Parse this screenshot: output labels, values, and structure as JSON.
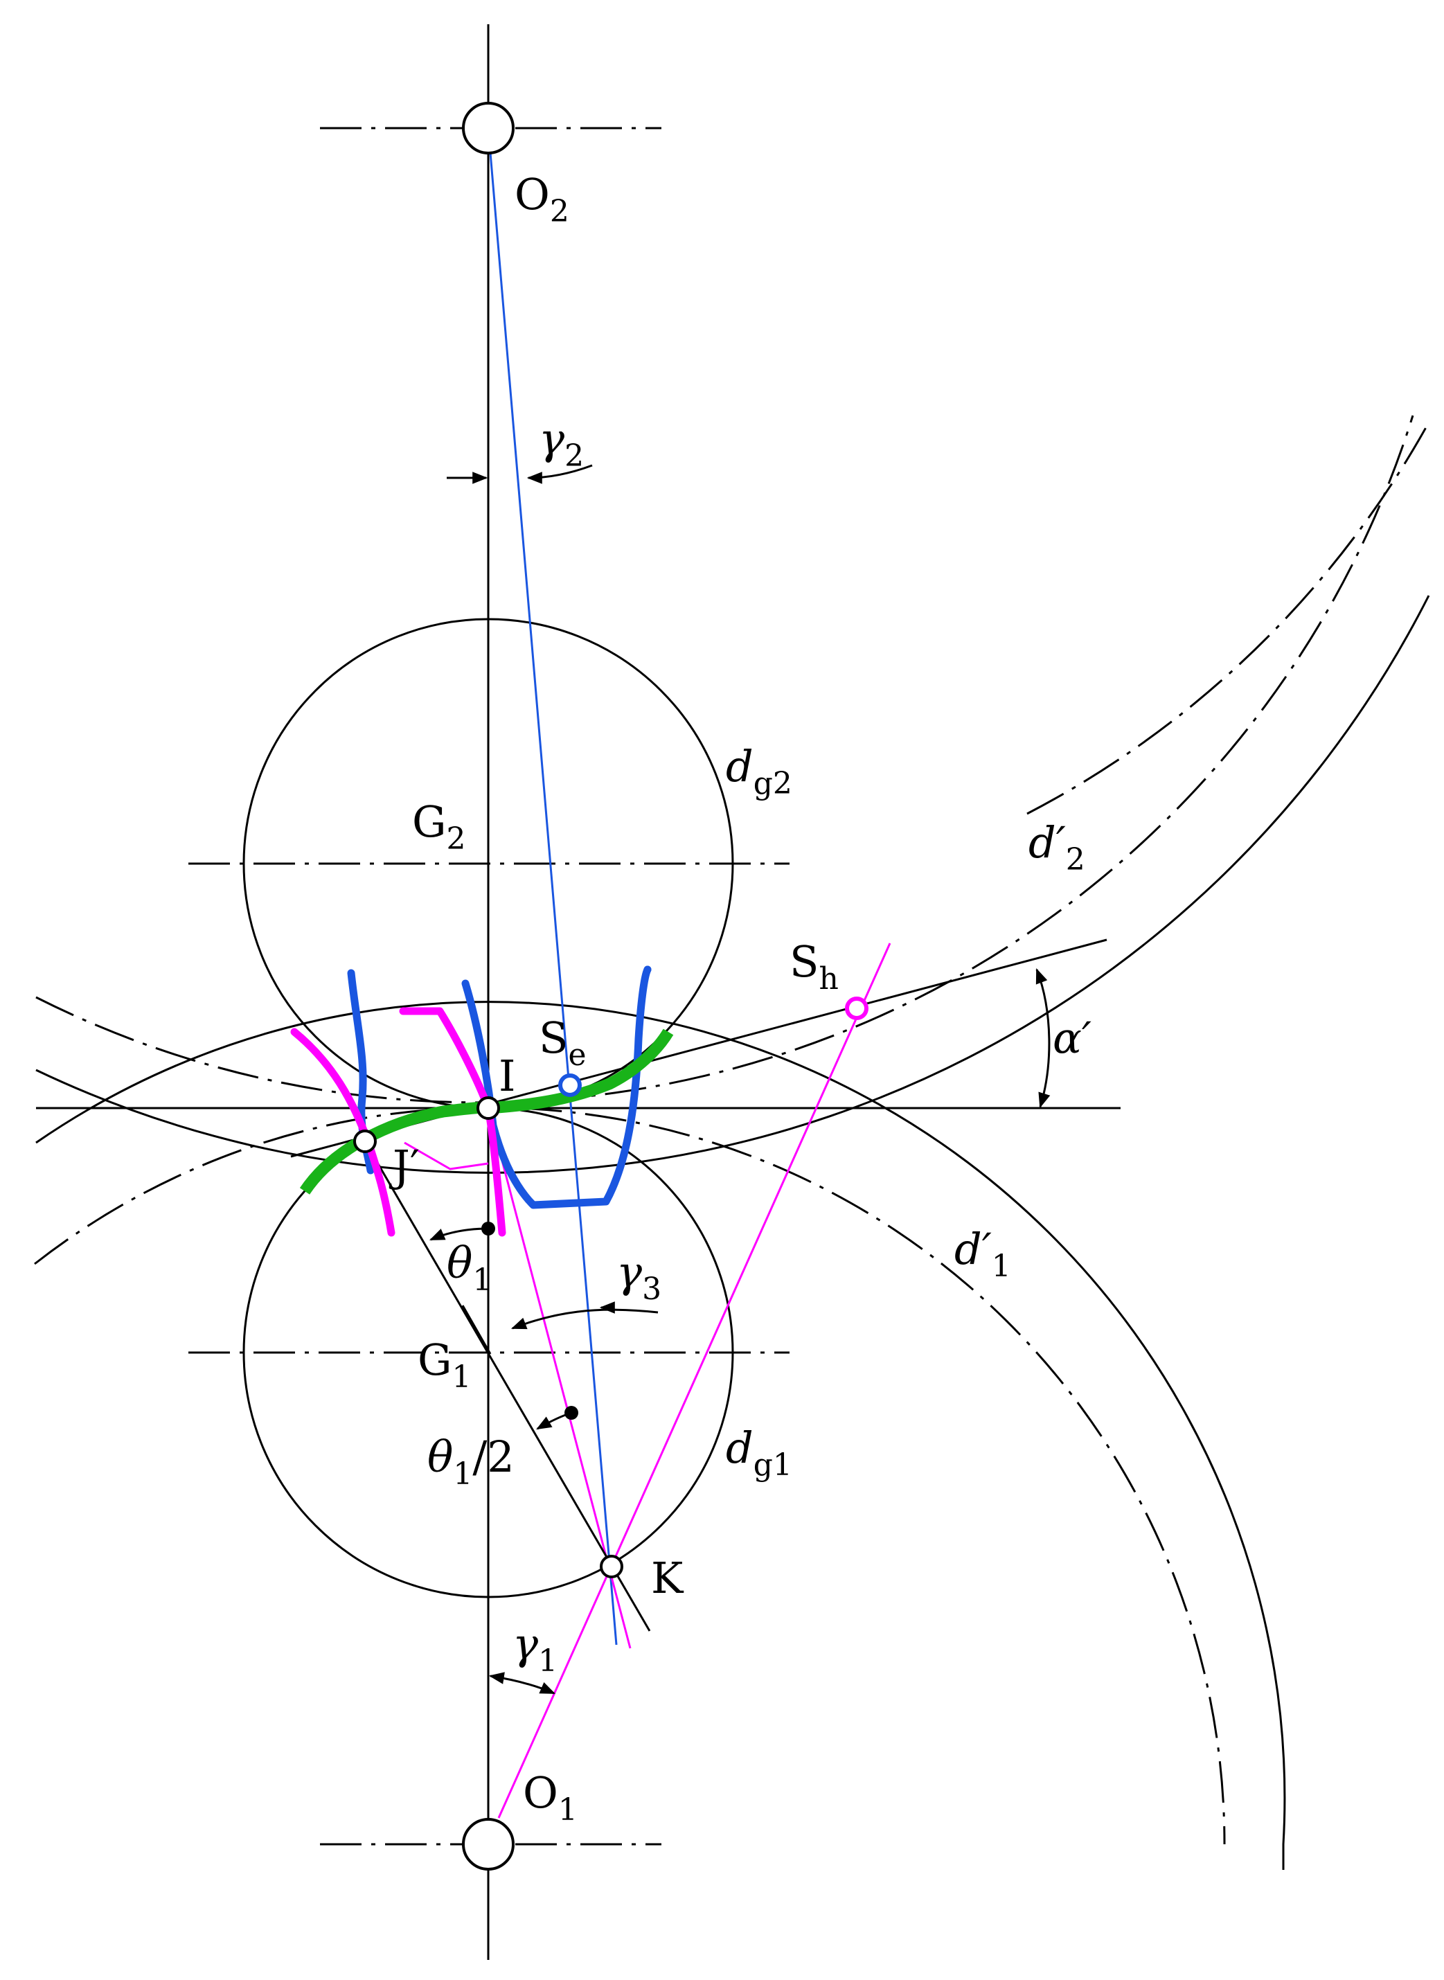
{
  "colors": {
    "line": "#000000",
    "blue": "#1a56e0",
    "magenta": "#ff00ff",
    "green": "#19b319"
  },
  "labels": {
    "O2": {
      "main": "O",
      "sub": "2"
    },
    "O1": {
      "main": "O",
      "sub": "1"
    },
    "G2": {
      "main": "G",
      "sub": "2"
    },
    "G1": {
      "main": "G",
      "sub": "1"
    },
    "dg2": {
      "main": "d",
      "sub": "g2"
    },
    "dg1": {
      "main": "d",
      "sub": "g1"
    },
    "d2": {
      "main": "d′",
      "sub": "2"
    },
    "d1": {
      "main": "d′",
      "sub": "1"
    },
    "Sh": {
      "main": "S",
      "sub": "h"
    },
    "Se": {
      "main": "S",
      "sub": "e"
    },
    "I": {
      "main": "I"
    },
    "J": {
      "main": "J′"
    },
    "K": {
      "main": "K"
    },
    "alpha": {
      "main": "α′"
    },
    "gamma2": {
      "main": "γ",
      "sub": "2"
    },
    "gamma3": {
      "main": "γ",
      "sub": "3"
    },
    "gamma1": {
      "main": "γ",
      "sub": "1"
    },
    "theta1": {
      "main": "θ",
      "sub": "1"
    },
    "theta1half": {
      "main": "θ",
      "sub": "1",
      "tail": "/2"
    }
  }
}
